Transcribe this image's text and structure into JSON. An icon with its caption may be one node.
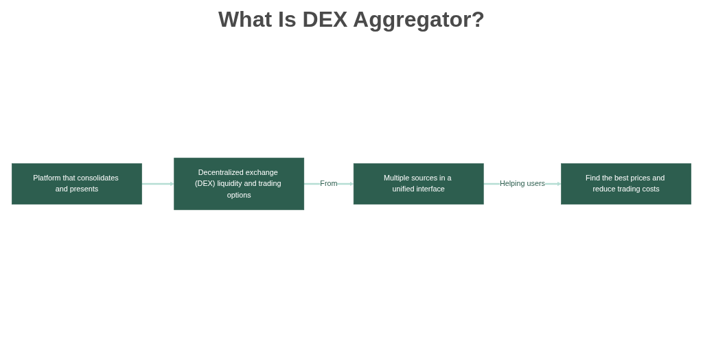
{
  "diagram": {
    "title": "What Is DEX Aggregator?",
    "nodes": [
      {
        "text": [
          "Platform that consolidates and presents"
        ]
      },
      {
        "text": [
          "Decentralized exchange (DEX) liquidity and trading options"
        ]
      },
      {
        "text": [
          "Multiple sources in a unified interface"
        ]
      },
      {
        "text": [
          "Find the best prices and reduce trading costs"
        ]
      }
    ],
    "edges": [
      {
        "from": 0,
        "to": 1,
        "arrow": "to"
      },
      {
        "from": 1,
        "to": 2,
        "arrow": "to",
        "label": "From"
      },
      {
        "from": 2,
        "to": 3,
        "arrow": "to",
        "label": "Helping users"
      }
    ]
  }
}
